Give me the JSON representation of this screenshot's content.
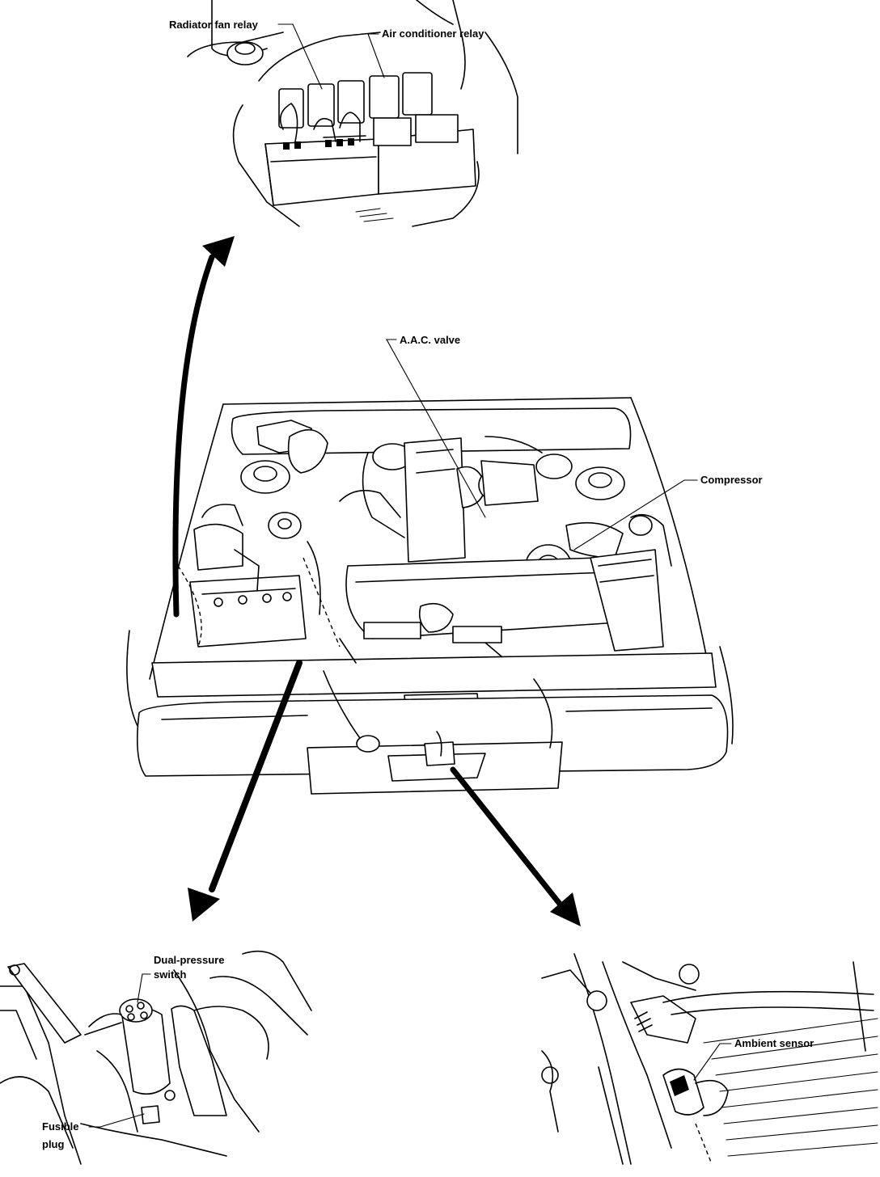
{
  "labels": {
    "radiator_fan_relay": "Radiator fan relay",
    "air_conditioner_relay": "Air conditioner relay",
    "aac_valve": "A.A.C. valve",
    "compressor": "Compressor",
    "dual_pressure_switch_line1": "Dual-pressure",
    "dual_pressure_switch_line2": "switch",
    "fusible_plug_line1": "Fusible",
    "fusible_plug_line2": "plug",
    "ambient_sensor": "Ambient sensor"
  },
  "colors": {
    "ink": "#000000",
    "paper": "#ffffff"
  }
}
